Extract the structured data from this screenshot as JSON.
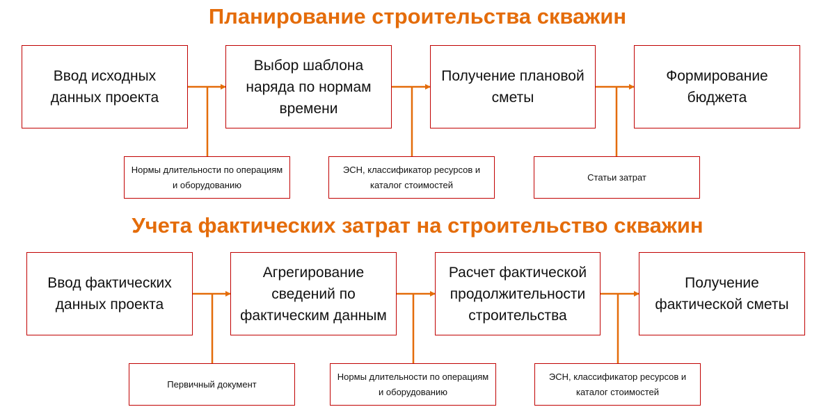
{
  "colors": {
    "accent": "#E46C0A",
    "border": "#C00000"
  },
  "planning": {
    "title": "Планирование строительства скважин",
    "steps": [
      "Ввод исходных данных проекта",
      "Выбор шаблона наряда по нормам времени",
      "Получение плановой сметы",
      "Формирование бюджета"
    ],
    "inputs": [
      "Нормы длительности по операциям и оборудованию",
      "ЭСН, классификатор ресурсов и каталог стоимостей",
      "Статьи затрат"
    ]
  },
  "actual": {
    "title": "Учета фактических затрат на строительство скважин",
    "steps": [
      "Ввод фактических данных проекта",
      "Агрегирование сведений по фактическим данным",
      "Расчет фактической продолжительности строительства",
      "Получение фактической сметы"
    ],
    "inputs": [
      "Первичный документ",
      "Нормы длительности по операциям и оборудованию",
      "ЭСН, классификатор ресурсов и каталог стоимостей"
    ]
  }
}
